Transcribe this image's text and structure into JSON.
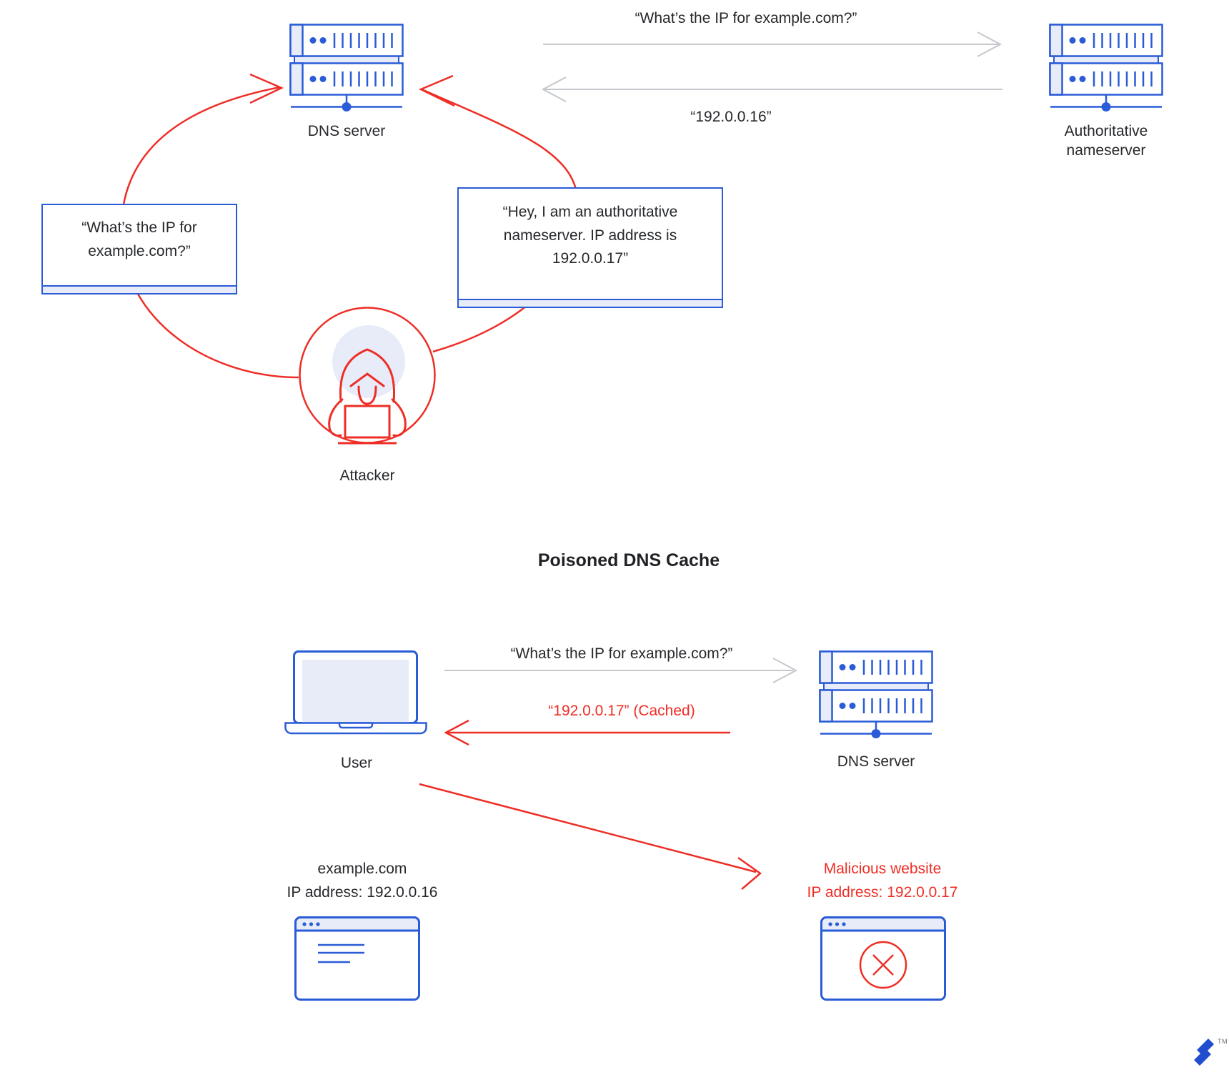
{
  "colors": {
    "blue": "#2a5cd7",
    "light_blue": "#e7ecf8",
    "red": "#ee2e26",
    "gray": "#c5c8cc",
    "text": "#26282b",
    "logo_blue": "#204ecf"
  },
  "top": {
    "dns_label": "DNS server",
    "auth_label_lines": [
      "Authoritative",
      "nameserver"
    ],
    "query_text": "“What’s the IP for example.com?”",
    "response_text": "“192.0.0.16”",
    "spoof_query_lines": [
      "“What’s the IP for",
      "example.com?”"
    ],
    "spoof_answer_lines": [
      "“Hey, I am an authoritative",
      "nameserver. IP address is",
      "192.0.0.17”"
    ],
    "attacker_label": "Attacker"
  },
  "bottom": {
    "title": "Poisoned DNS Cache",
    "user_label": "User",
    "dns_label": "DNS server",
    "query_text": "“What’s the IP for example.com?”",
    "cached_text": "“192.0.0.17” (Cached)",
    "legit_lines": [
      "example.com",
      "IP address: 192.0.0.16"
    ],
    "malicious_lines": [
      "Malicious website",
      "IP address: 192.0.0.17"
    ]
  },
  "logo": {
    "tm": "TM"
  }
}
